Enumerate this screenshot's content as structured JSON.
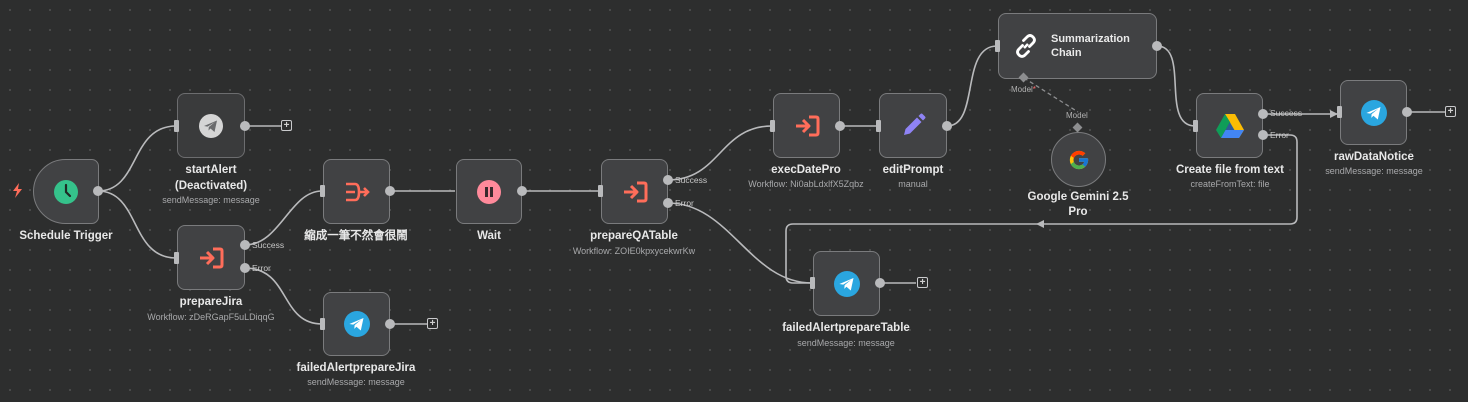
{
  "nodes": {
    "schedule_trigger": {
      "name": "Schedule Trigger"
    },
    "start_alert": {
      "name": "startAlert",
      "status": "(Deactivated)",
      "subtitle": "sendMessage: message"
    },
    "prepare_jira": {
      "name": "prepareJira",
      "subtitle": "Workflow: zDeRGapF5uLDiqqG",
      "success": "Success",
      "error": "Error"
    },
    "failed_alert_prepare_jira": {
      "name": "failedAlertprepareJira",
      "subtitle": "sendMessage: message"
    },
    "condense_node": {
      "name": "縮成一筆不然會很鬧"
    },
    "wait": {
      "name": "Wait"
    },
    "prepare_qa_table": {
      "name": "prepareQATable",
      "subtitle": "Workflow: ZOIE0kpxycekwrKw",
      "success": "Success",
      "error": "Error"
    },
    "exec_date_pro": {
      "name": "execDatePro",
      "subtitle": "Workflow: Ni0abLdxlfX5Zqbz"
    },
    "edit_prompt": {
      "name": "editPrompt",
      "subtitle": "manual"
    },
    "summarization_chain": {
      "name_line1": "Summarization",
      "name_line2": "Chain",
      "model_port": "Model",
      "required_mark": "*"
    },
    "google_gemini": {
      "name_line1": "Google Gemini 2.5",
      "name_line2": "Pro",
      "port": "Model"
    },
    "failed_alert_prepare_table": {
      "name": "failedAlertprepareTable",
      "subtitle": "sendMessage: message"
    },
    "create_file": {
      "name": "Create file from text",
      "subtitle": "createFromText: file",
      "success": "Success",
      "error": "Error"
    },
    "raw_data_notice": {
      "name": "rawDataNotice",
      "subtitle": "sendMessage: message"
    }
  },
  "plus_symbol": "+",
  "colors": {
    "canvas": "#2d2e2e",
    "node": "#414244",
    "edge": "#b9babc",
    "workflow_icon": "#ff6d5a",
    "telegram": "#2aa6e0",
    "schedule": "#35c28b",
    "wait": "#ff8a9b",
    "prompt": "#8f83f5"
  },
  "icons": {
    "schedule_trigger": "clock-icon",
    "start_alert": "telegram-icon",
    "prepare_jira": "sign-in-arrow-icon",
    "condense_node": "aggregate-icon",
    "wait": "pause-icon",
    "exec_date_pro": "sign-in-arrow-icon",
    "edit_prompt": "pencil-icon",
    "summarization_chain": "chain-link-icon",
    "google_gemini": "google-icon",
    "create_file": "google-drive-icon",
    "trigger_marker": "lightning-bolt-icon"
  }
}
